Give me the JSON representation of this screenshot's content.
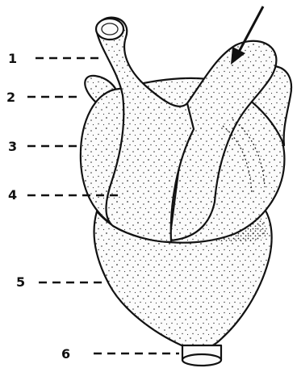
{
  "labels": [
    {
      "id": "1",
      "text": "1"
    },
    {
      "id": "2",
      "text": "2"
    },
    {
      "id": "3",
      "text": "3"
    },
    {
      "id": "4",
      "text": "4"
    },
    {
      "id": "5",
      "text": "5"
    },
    {
      "id": "6",
      "text": "6"
    }
  ],
  "colors": {
    "ink": "#111111",
    "paper": "#ffffff",
    "stipple": "#333333"
  }
}
